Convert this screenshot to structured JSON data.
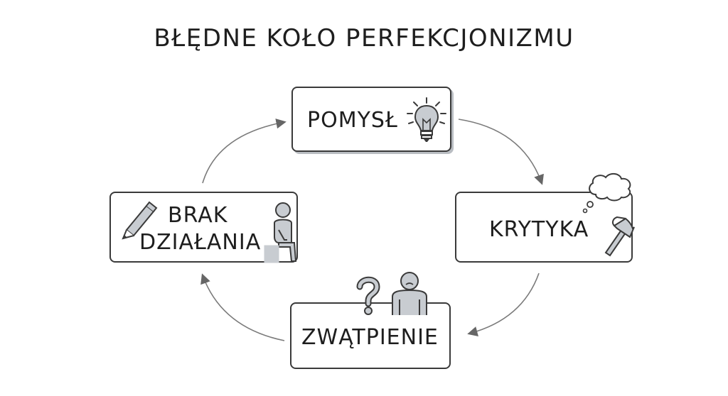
{
  "diagram": {
    "title": "BŁĘDNE KOŁO PERFEKCJONIZMU",
    "nodes": [
      {
        "id": "pomysl",
        "label": "POMYSŁ",
        "icon": "lightbulb-icon"
      },
      {
        "id": "krytyka",
        "label": "KRYTYKA",
        "icon": "hammer-icon"
      },
      {
        "id": "zwatpienie",
        "label": "ZWĄTPIENIE",
        "icon": "question-mark-icon"
      },
      {
        "id": "brak",
        "label_line1": "BRAK",
        "label_line2": "DZIAŁANIA",
        "icon": "pencil-icon"
      }
    ],
    "edges": [
      {
        "from": "POMYSŁ",
        "to": "KRYTYKA"
      },
      {
        "from": "KRYTYKA",
        "to": "ZWĄTPIENIE"
      },
      {
        "from": "ZWĄTPIENIE",
        "to": "BRAK DZIAŁANIA"
      },
      {
        "from": "BRAK DZIAŁANIA",
        "to": "POMYSŁ"
      }
    ],
    "colors": {
      "stroke": "#3a3a3a",
      "icon_fill": "#c8ccd1",
      "arrow": "#666666"
    }
  }
}
